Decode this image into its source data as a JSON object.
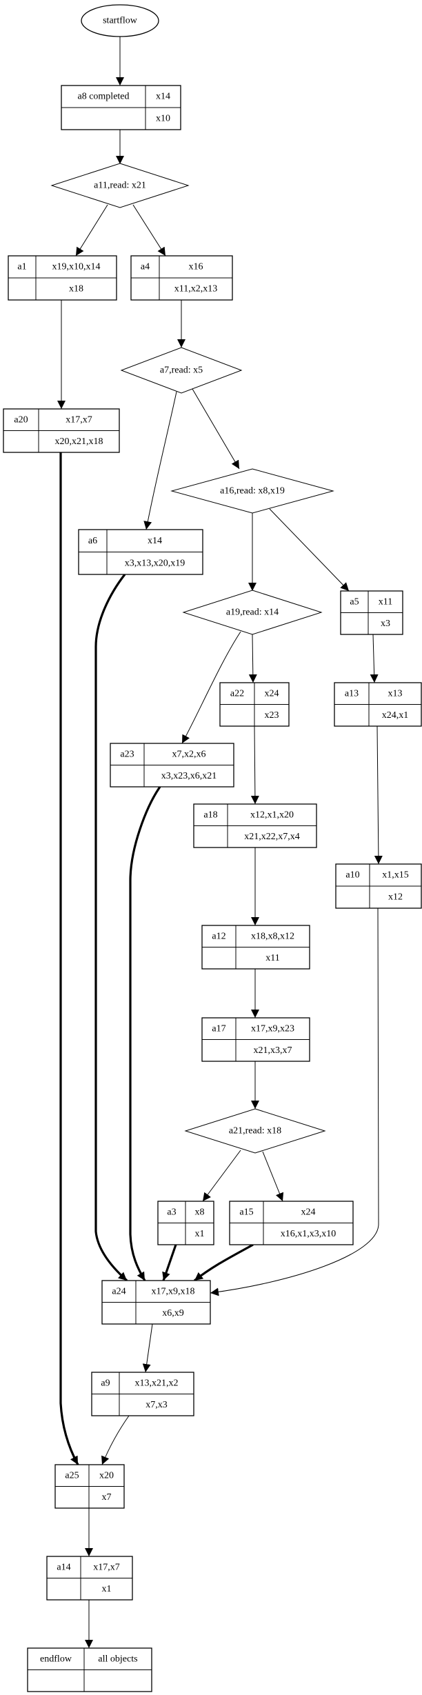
{
  "diagram": {
    "nodes": [
      {
        "id": "startflow",
        "kind": "start",
        "label": "startflow"
      },
      {
        "id": "a8",
        "kind": "record",
        "name": "a8 completed",
        "top": "x14",
        "bottom": "x10"
      },
      {
        "id": "a11",
        "kind": "decision",
        "label": "a11,read: x21"
      },
      {
        "id": "a1",
        "kind": "record",
        "name": "a1",
        "top": "x19,x10,x14",
        "bottom": "x18"
      },
      {
        "id": "a4",
        "kind": "record",
        "name": "a4",
        "top": "x16",
        "bottom": "x11,x2,x13"
      },
      {
        "id": "a7",
        "kind": "decision",
        "label": "a7,read: x5"
      },
      {
        "id": "a20",
        "kind": "record",
        "name": "a20",
        "top": "x17,x7",
        "bottom": "x20,x21,x18"
      },
      {
        "id": "a16",
        "kind": "decision",
        "label": "a16,read: x8,x19"
      },
      {
        "id": "a6",
        "kind": "record",
        "name": "a6",
        "top": "x14",
        "bottom": "x3,x13,x20,x19"
      },
      {
        "id": "a19",
        "kind": "decision",
        "label": "a19,read: x14"
      },
      {
        "id": "a5",
        "kind": "record",
        "name": "a5",
        "top": "x11",
        "bottom": "x3"
      },
      {
        "id": "a22",
        "kind": "record",
        "name": "a22",
        "top": "x24",
        "bottom": "x23"
      },
      {
        "id": "a13",
        "kind": "record",
        "name": "a13",
        "top": "x13",
        "bottom": "x24,x1"
      },
      {
        "id": "a23",
        "kind": "record",
        "name": "a23",
        "top": "x7,x2,x6",
        "bottom": "x3,x23,x6,x21"
      },
      {
        "id": "a18",
        "kind": "record",
        "name": "a18",
        "top": "x12,x1,x20",
        "bottom": "x21,x22,x7,x4"
      },
      {
        "id": "a10",
        "kind": "record",
        "name": "a10",
        "top": "x1,x15",
        "bottom": "x12"
      },
      {
        "id": "a12",
        "kind": "record",
        "name": "a12",
        "top": "x18,x8,x12",
        "bottom": "x11"
      },
      {
        "id": "a17",
        "kind": "record",
        "name": "a17",
        "top": "x17,x9,x23",
        "bottom": "x21,x3,x7"
      },
      {
        "id": "a21",
        "kind": "decision",
        "label": "a21,read: x18"
      },
      {
        "id": "a3",
        "kind": "record",
        "name": "a3",
        "top": "x8",
        "bottom": "x1"
      },
      {
        "id": "a15",
        "kind": "record",
        "name": "a15",
        "top": "x24",
        "bottom": "x16,x1,x3,x10"
      },
      {
        "id": "a24",
        "kind": "record",
        "name": "a24",
        "top": "x17,x9,x18",
        "bottom": "x6,x9"
      },
      {
        "id": "a9",
        "kind": "record",
        "name": "a9",
        "top": "x13,x21,x2",
        "bottom": "x7,x3"
      },
      {
        "id": "a25",
        "kind": "record",
        "name": "a25",
        "top": "x20",
        "bottom": "x7"
      },
      {
        "id": "a14",
        "kind": "record",
        "name": "a14",
        "top": "x17,x7",
        "bottom": "x1"
      },
      {
        "id": "endflow",
        "kind": "record",
        "name": "endflow",
        "top": "all objects",
        "bottom": ""
      }
    ],
    "edges": [
      {
        "from": "startflow",
        "to": "a8",
        "bold": false
      },
      {
        "from": "a8",
        "to": "a11",
        "bold": false
      },
      {
        "from": "a11",
        "to": "a1",
        "bold": false
      },
      {
        "from": "a11",
        "to": "a4",
        "bold": false
      },
      {
        "from": "a1",
        "to": "a20",
        "bold": false
      },
      {
        "from": "a4",
        "to": "a7",
        "bold": false
      },
      {
        "from": "a7",
        "to": "a6",
        "bold": false
      },
      {
        "from": "a7",
        "to": "a16",
        "bold": false
      },
      {
        "from": "a16",
        "to": "a19",
        "bold": false
      },
      {
        "from": "a16",
        "to": "a5",
        "bold": false
      },
      {
        "from": "a19",
        "to": "a22",
        "bold": false
      },
      {
        "from": "a19",
        "to": "a23",
        "bold": false
      },
      {
        "from": "a5",
        "to": "a13",
        "bold": false
      },
      {
        "from": "a22",
        "to": "a18",
        "bold": false
      },
      {
        "from": "a13",
        "to": "a10",
        "bold": false
      },
      {
        "from": "a18",
        "to": "a12",
        "bold": false
      },
      {
        "from": "a12",
        "to": "a17",
        "bold": false
      },
      {
        "from": "a17",
        "to": "a21",
        "bold": false
      },
      {
        "from": "a21",
        "to": "a3",
        "bold": false
      },
      {
        "from": "a21",
        "to": "a15",
        "bold": false
      },
      {
        "from": "a10",
        "to": "a24",
        "bold": false
      },
      {
        "from": "a6",
        "to": "a24",
        "bold": true
      },
      {
        "from": "a23",
        "to": "a24",
        "bold": true
      },
      {
        "from": "a3",
        "to": "a24",
        "bold": true
      },
      {
        "from": "a15",
        "to": "a24",
        "bold": true
      },
      {
        "from": "a20",
        "to": "a25",
        "bold": true
      },
      {
        "from": "a24",
        "to": "a9",
        "bold": false
      },
      {
        "from": "a9",
        "to": "a25",
        "bold": false
      },
      {
        "from": "a25",
        "to": "a14",
        "bold": false
      },
      {
        "from": "a14",
        "to": "endflow",
        "bold": false
      }
    ]
  }
}
